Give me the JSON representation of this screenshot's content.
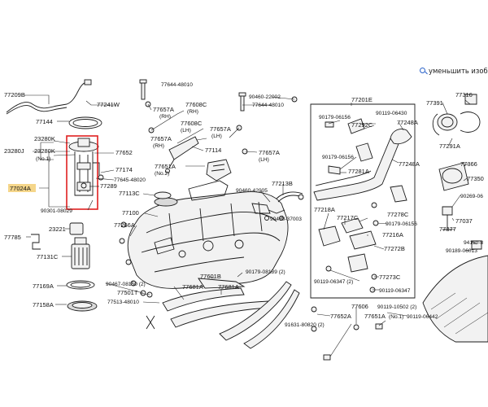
{
  "zoom_control": {
    "label": "уменьшить изображен",
    "icon": "zoom-out-icon"
  },
  "highlight": {
    "color": "#e02020",
    "label_bg": "#f5d68a"
  },
  "labels": {
    "p77209B": "77209B",
    "p77241W": "77241W",
    "p77144": "77144",
    "p23280K_a": "23280K",
    "p23280K_b": "23280K",
    "p23280J": "23280J",
    "p23280_note": "(No.1)",
    "p77652": "77652",
    "p77174": "77174",
    "p77645_48020": "77645-48020",
    "p77289": "77289",
    "p77024A": "77024A",
    "p90301_08029": "90301-08029",
    "p77113C": "77113C",
    "p77785": "77785",
    "p23221": "23221",
    "p77131C": "77131C",
    "p77169A": "77169A",
    "p77158A": "77158A",
    "p77644_48010_top": "77644-48010",
    "p77657A_top": "77657A",
    "p77657A_top_note": "(RH)",
    "p77608C_a": "77608C",
    "p77608C_a_note": "(RH)",
    "p77608C_b": "77608C",
    "p77608C_b_note": "(LH)",
    "p77657A_mid": "77657A",
    "p77657A_mid_note": "(RH)",
    "p77657A_lh": "77657A",
    "p77657A_lh_note": "(LH)",
    "p77114": "77114",
    "p77657A_right": "77657A",
    "p77657A_right_note": "(LH)",
    "p77651A_a": "77651A",
    "p77651A_a_note": "(No.2)",
    "p77100": "77100",
    "p77266A": "77266A",
    "p90460_22002": "90460-22002",
    "p77644_48010": "77644-48010",
    "p77213B": "77213B",
    "p90460_42005": "90460-42005",
    "p90460_37003": "90460-37003",
    "p90179_08189": "90179-08189 (2)",
    "p77601B": "77601B",
    "p90467_08150": "90467-08150 (2)",
    "p77501T": "77501T",
    "p77681A_a": "77681A",
    "p77681A_b": "77681A",
    "p77513_48010": "77513-48010",
    "p77201E": "77201E",
    "p90179_06156_a": "90179-06156",
    "p90119_06430": "90119-06430",
    "p77292C": "77292C",
    "p77248A_a": "77248A",
    "p90179_06156_b": "90179-06156",
    "p77281A": "77281A",
    "p77248A_b": "77248A",
    "p77218A": "77218A",
    "p77217C": "77217C",
    "p77278C": "77278C",
    "p90179_06156_c": "90179-06156",
    "p77216A": "77216A",
    "p77272B": "77272B",
    "p90119_06347_a": "90119-06347 (2)",
    "p77273C": "77273C",
    "p90119_06347_b": "90119-06347",
    "p77391": "77391",
    "p77316": "77316",
    "p77291A": "77291A",
    "p77366": "77366",
    "p77350": "77350",
    "p90269_06": "90269-06",
    "p77037": "77037",
    "p77377": "77377",
    "p94150_8": "94150-8",
    "p90189_06013": "90189-06013",
    "p77606": "77606",
    "p90119_10502": "90119-10502 (2)",
    "p77652A": "77652A",
    "p77651A_b": "77651A",
    "p77651A_b_note": "(No.1)",
    "p90119_06442": "90119-06442",
    "p91631_80820": "91631-80820 (2)"
  }
}
